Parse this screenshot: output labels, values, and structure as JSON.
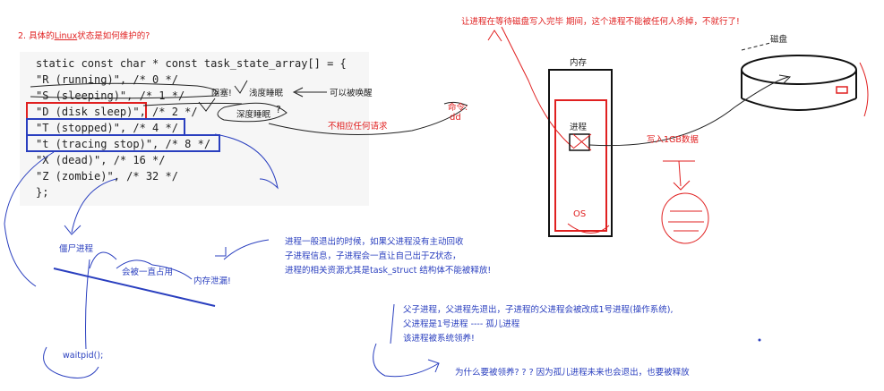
{
  "heading": {
    "prefix": "2. 具体的",
    "linux": "Linux",
    "suffix": "状态是如何维护的?"
  },
  "code": {
    "lines": [
      "static const char * const task_state_array[] = {",
      "\"R (running)\", /* 0 */",
      "\"S (sleeping)\", /* 1 */",
      "\"D (disk sleep)\", /* 2 */",
      "\"T (stopped)\", /* 4 */",
      "\"t (tracing stop)\", /* 8 */",
      "\"X (dead)\", /* 16 */",
      "\"Z (zombie)\", /* 32 */",
      "};"
    ]
  },
  "annotations": {
    "blocked": "阻塞!",
    "light_sleep": "浅度睡眠",
    "can_wake": "可以被唤醒",
    "deep_sleep": "深度睡眠",
    "question_mark": "?",
    "no_response": "不相应任何请求",
    "command_label": "命令:",
    "command": "dd",
    "top_note": "让进程在等待磁盘写入完毕 期间，这个进程不能被任何人杀掉，不就行了!",
    "memory": "内存",
    "disk": "磁盘",
    "process": "进程",
    "os": "OS",
    "write_1gb": "写入1GB数据",
    "zombie_process": "僵尸进程",
    "always_occupied": "会被一直占用",
    "memory_leak": "内存泄漏!",
    "waitpid": "waitpid();",
    "zombie_explain": [
      "进程一般退出的时候，如果父进程没有主动回收",
      "子进程信息，子进程会一直让自己出于Z状态，",
      "进程的相关资源尤其是task_struct 结构体不能被释放!"
    ],
    "orphan_explain": [
      "父子进程，父进程先退出，子进程的父进程会被改成1号进程(操作系统),",
      "父进程是1号进程 ---- 孤儿进程",
      "该进程被系统领养!"
    ],
    "why_adopt": "为什么要被领养? ? ?  因为孤儿进程未来也会退出，也要被释放"
  }
}
